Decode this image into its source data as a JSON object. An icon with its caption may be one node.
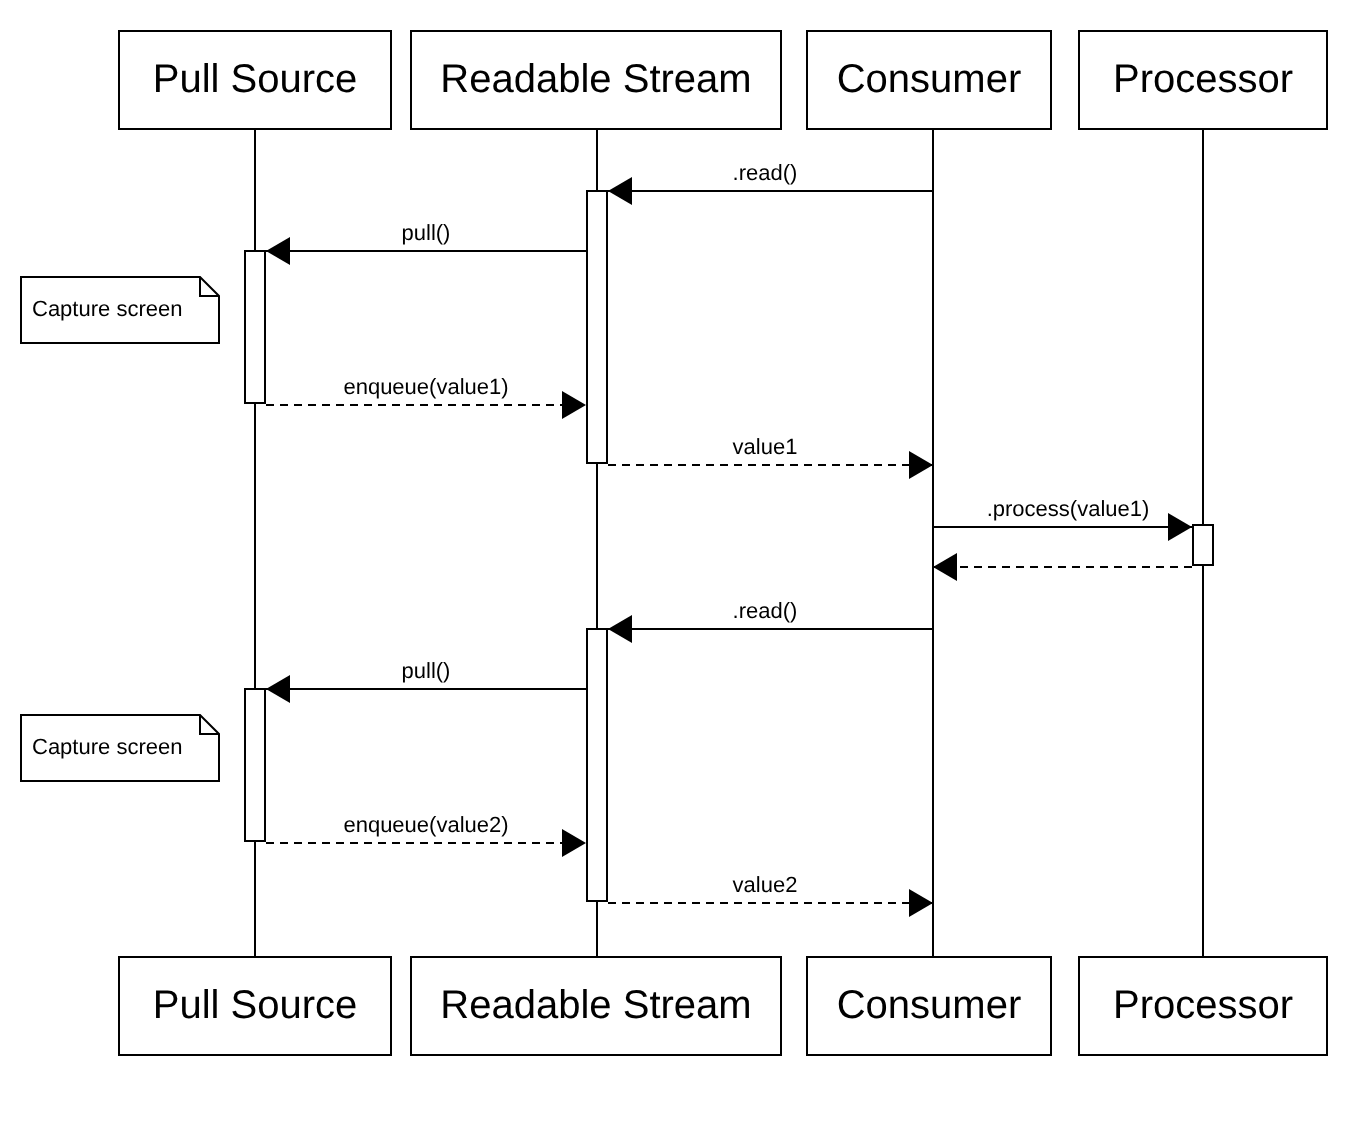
{
  "diagram": {
    "nodes": [
      {
        "text": [
          "Pull Source"
        ]
      },
      {
        "text": [
          "Readable Stream"
        ]
      },
      {
        "text": [
          "Consumer"
        ]
      },
      {
        "text": [
          "Processor"
        ]
      },
      {
        "text": [],
        "shape": "line"
      },
      {
        "text": [],
        "shape": "line"
      },
      {
        "text": [],
        "shape": "line"
      },
      {
        "text": [],
        "shape": "line"
      },
      {
        "text": [],
        "shape": "bar"
      },
      {
        "text": [],
        "shape": "bar"
      },
      {
        "text": [
          "Capture screen"
        ]
      },
      {
        "text": [],
        "shape": "bar"
      },
      {
        "text": [],
        "shape": "bar"
      },
      {
        "text": [],
        "shape": "bar"
      },
      {
        "text": [
          "Capture screen"
        ]
      },
      {
        "text": [
          "Pull Source"
        ]
      },
      {
        "text": [
          "Readable Stream"
        ]
      },
      {
        "text": [
          "Consumer"
        ]
      },
      {
        "text": [
          "Processor"
        ]
      }
    ],
    "edges": [
      {
        "from": 6,
        "to": 8,
        "arrow": "to",
        "label": ".read()"
      },
      {
        "from": 8,
        "to": 9,
        "arrow": "to",
        "label": "pull()"
      },
      {
        "from": 9,
        "to": 8,
        "arrow": "to",
        "label": "enqueue(value1)",
        "style": "dashed"
      },
      {
        "from": 8,
        "to": 6,
        "arrow": "to",
        "label": "value1",
        "style": "dashed"
      },
      {
        "from": 6,
        "to": 11,
        "arrow": "to",
        "label": ".process(value1)"
      },
      {
        "from": 11,
        "to": 6,
        "arrow": "to",
        "style": "dashed"
      },
      {
        "from": 6,
        "to": 12,
        "arrow": "to",
        "label": ".read()"
      },
      {
        "from": 12,
        "to": 13,
        "arrow": "to",
        "label": "pull()"
      },
      {
        "from": 13,
        "to": 12,
        "arrow": "to",
        "label": "enqueue(value2)",
        "style": "dashed"
      },
      {
        "from": 12,
        "to": 6,
        "arrow": "to",
        "label": "value2",
        "style": "dashed"
      }
    ]
  }
}
